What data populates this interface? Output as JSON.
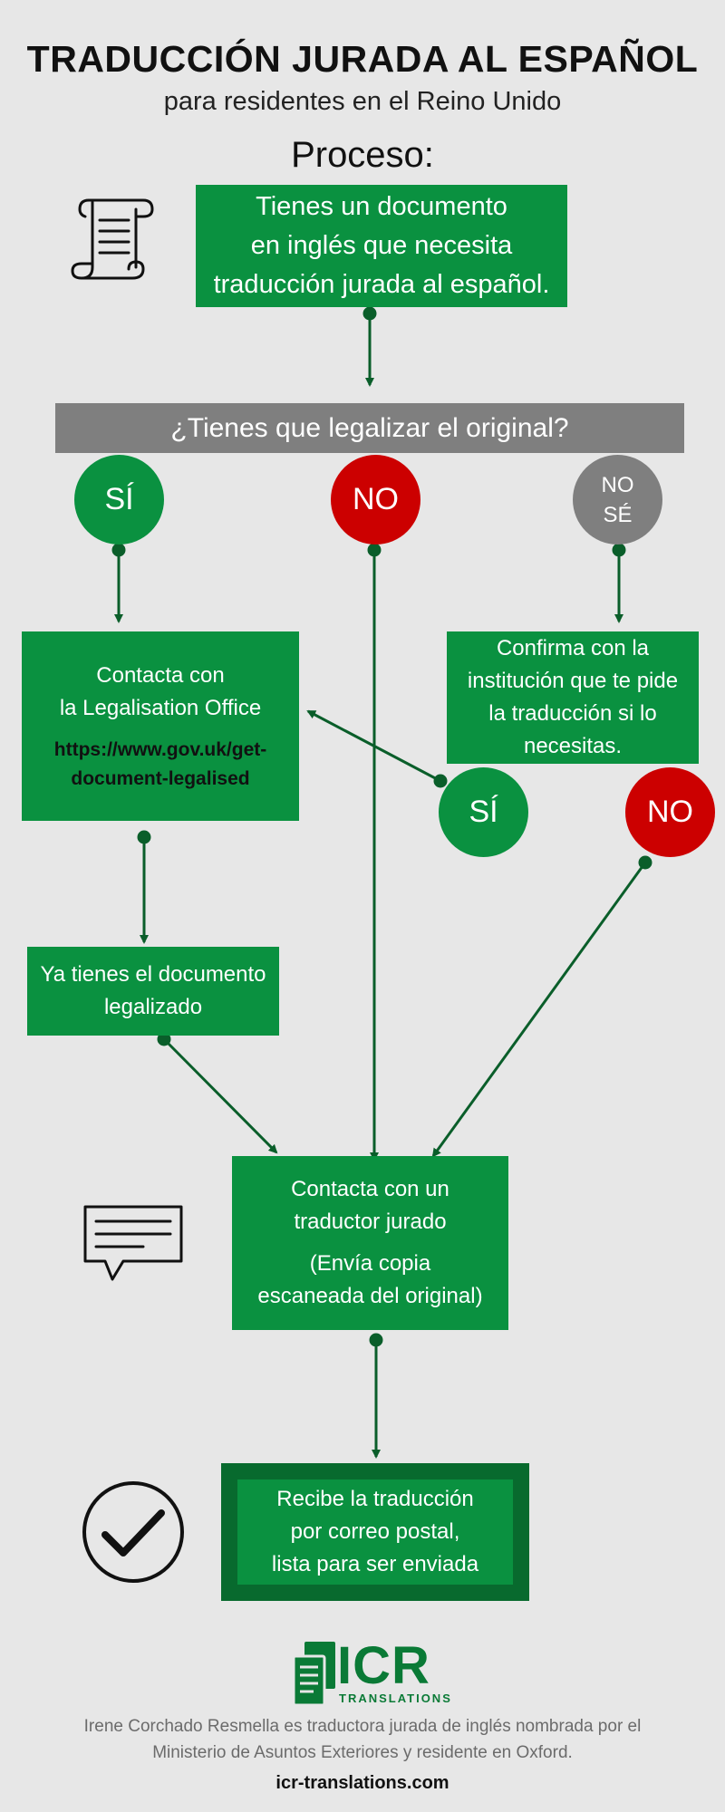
{
  "header": {
    "title": "TRADUCCIÓN JURADA AL ESPAÑOL",
    "subtitle": "para residentes en el Reino Unido",
    "process_label": "Proceso:"
  },
  "steps": {
    "start": [
      "Tienes un documento",
      "en inglés que necesita",
      "traducción jurada al español."
    ],
    "question": "¿Tienes que legalizar el original?",
    "answer_yes": "SÍ",
    "answer_no": "NO",
    "answer_unknown": [
      "NO",
      "SÉ"
    ],
    "legalisation": {
      "lines": [
        "Contacta con",
        "la Legalisation Office"
      ],
      "url_lines": [
        "https://www.gov.uk/get-",
        "document-legalised"
      ]
    },
    "confirm": [
      "Confirma con la",
      "institución que te pide",
      "la traducción si lo",
      "necesitas."
    ],
    "confirm_yes": "SÍ",
    "confirm_no": "NO",
    "legalised": [
      "Ya tienes el documento",
      "legalizado"
    ],
    "translator": {
      "lines": [
        "Contacta con un",
        "traductor jurado"
      ],
      "note_lines": [
        "(Envía copia",
        "escaneada del original)"
      ]
    },
    "final": [
      "Recibe la traducción",
      "por correo postal,",
      "lista para ser enviada"
    ]
  },
  "icons": [
    "scroll-icon",
    "chat-bubble-icon",
    "checkmark-circle-icon",
    "icr-logo-icon"
  ],
  "colors": {
    "green": "#0a9140",
    "dark_green": "#086a2e",
    "red": "#cc0000",
    "grey": "#7f7f7f",
    "background": "#e7e7e7"
  },
  "footer": {
    "logo_text": "ICR",
    "logo_sub": "TRANSLATIONS",
    "description_lines": [
      "Irene Corchado Resmella es traductora jurada de inglés nombrada por el",
      "Ministerio de Asuntos Exteriores y residente en Oxford."
    ],
    "url": "icr-translations.com"
  }
}
